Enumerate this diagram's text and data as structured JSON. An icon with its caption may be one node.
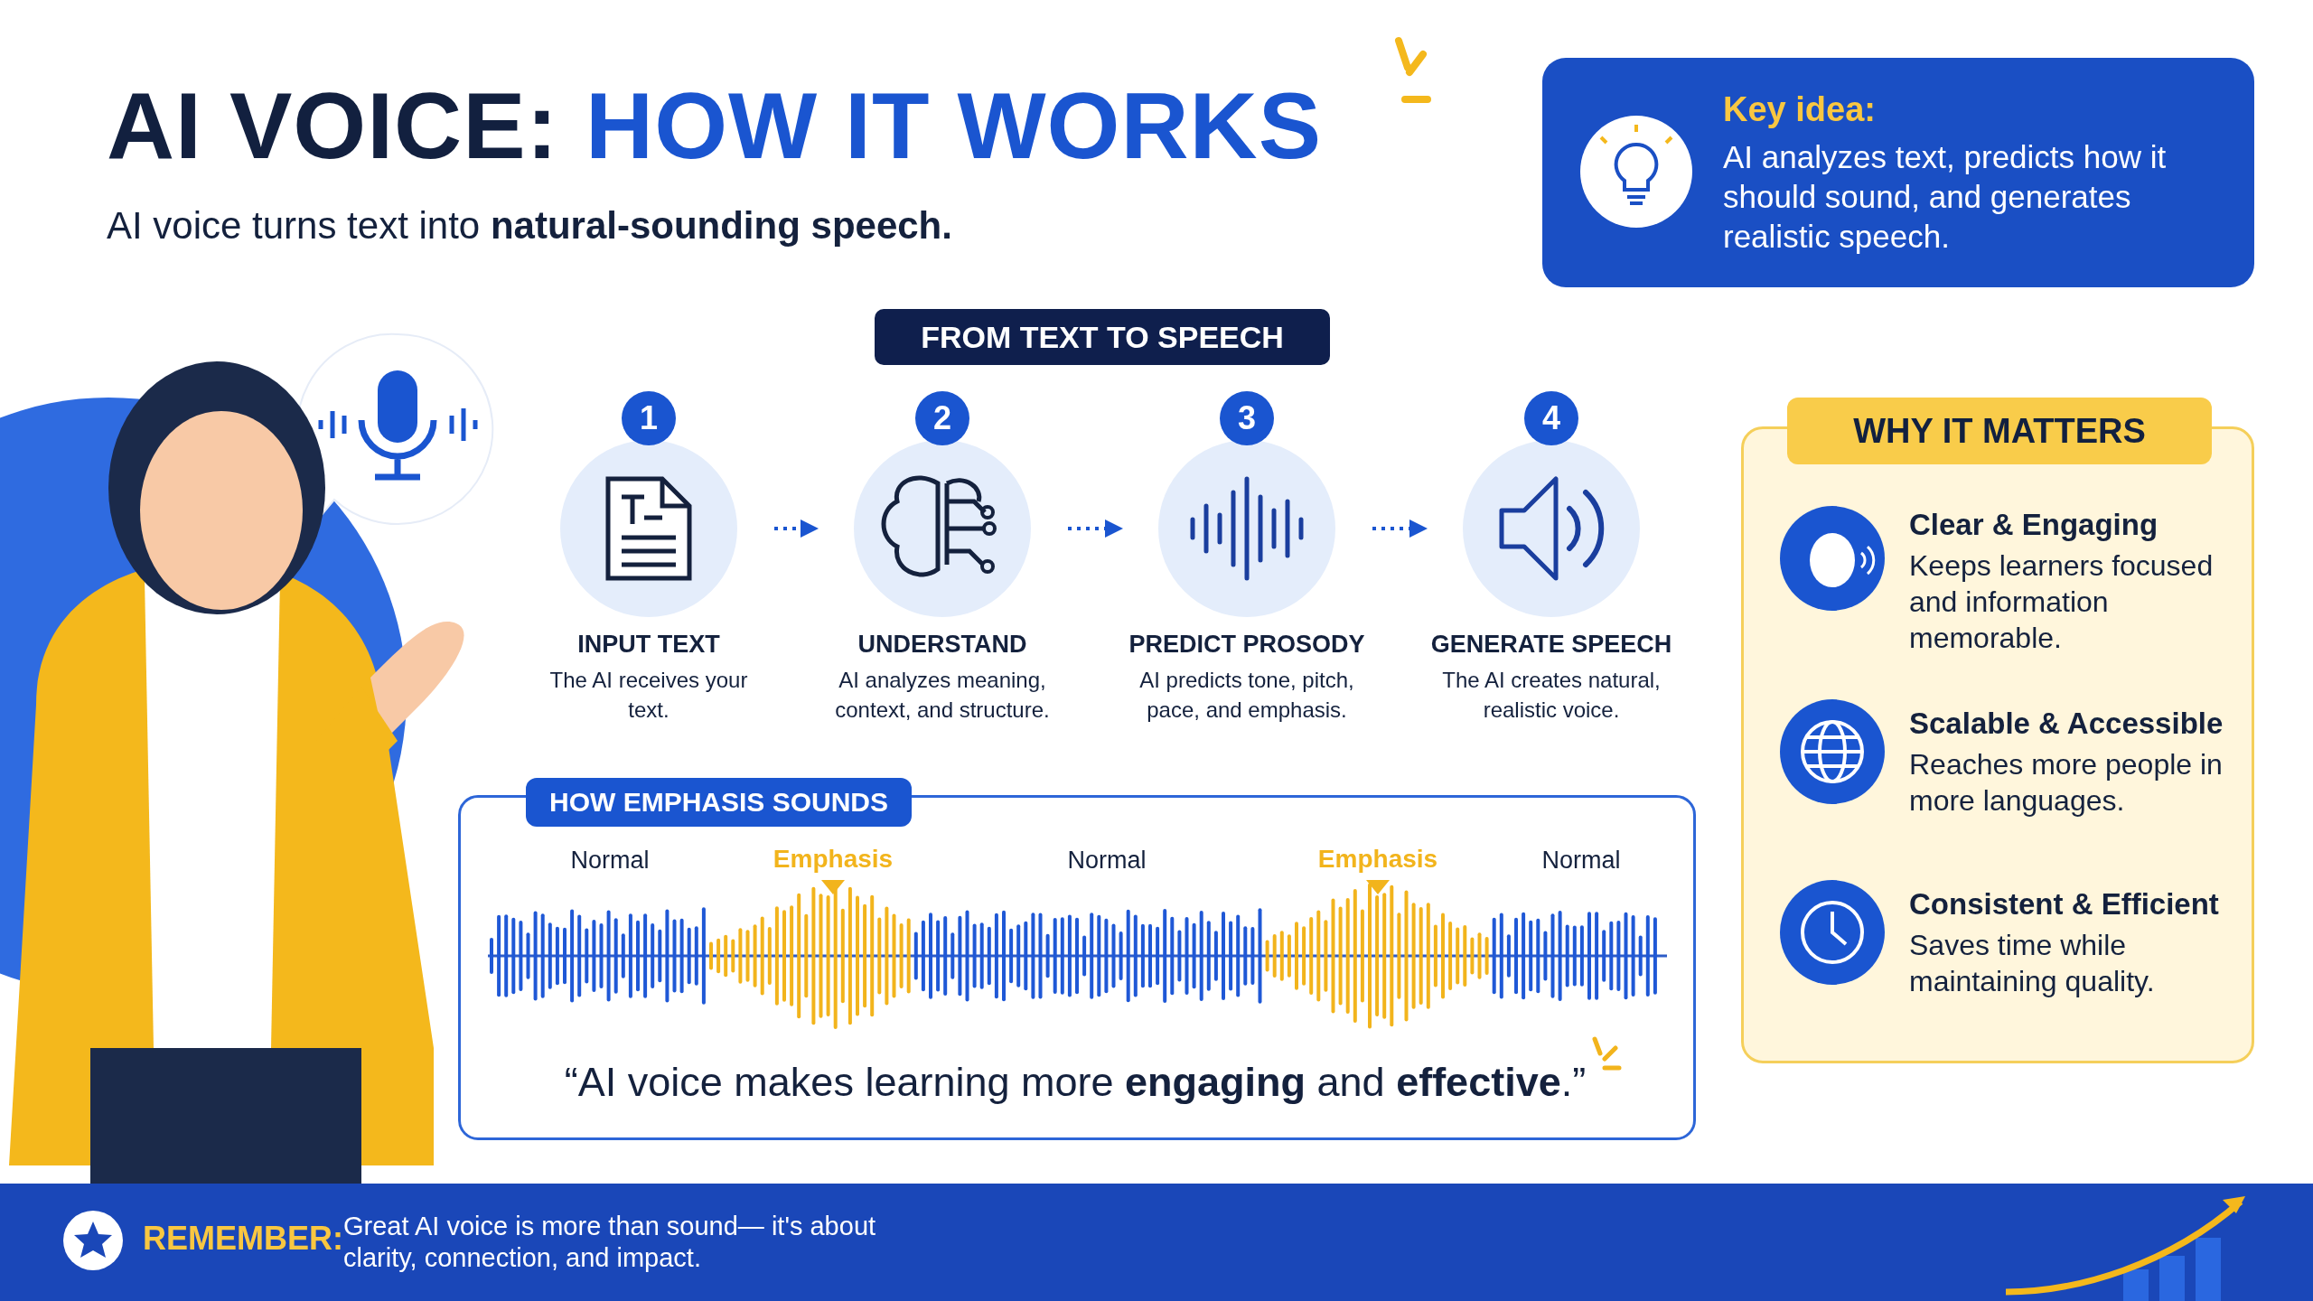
{
  "diagram": {
    "title": "AI VOICE: HOW IT WORKS",
    "nodes": [
      {
        "text": [
          "Key idea:",
          "AI analyzes text, predicts how it should sound, and generates realistic speech."
        ]
      },
      {
        "text": [
          "FROM TEXT TO SPEECH"
        ]
      },
      {
        "text": [
          "INPUT TEXT",
          "The AI receives your text."
        ],
        "beside": [
          "1"
        ]
      },
      {
        "text": [
          "UNDERSTAND",
          "AI analyzes meaning, context, and structure."
        ],
        "beside": [
          "2"
        ]
      },
      {
        "text": [
          "PREDICT PROSODY",
          "AI predicts tone, pitch, pace, and emphasis."
        ],
        "beside": [
          "3"
        ]
      },
      {
        "text": [
          "GENERATE SPEECH",
          "The AI creates natural, realistic voice."
        ],
        "beside": [
          "4"
        ]
      },
      {
        "text": [
          "WHY IT MATTERS"
        ]
      },
      {
        "text": [
          "HOW EMPHASIS SOUNDS"
        ]
      },
      {
        "text": [
          "REMEMBER:",
          "Great AI voice is more than sound— it's about clarity, connection, and impact."
        ]
      }
    ],
    "edges": [
      {
        "from": 2,
        "to": 3,
        "arrow": "to",
        "style": "dashed"
      },
      {
        "from": 3,
        "to": 4,
        "arrow": "to",
        "style": "dashed"
      },
      {
        "from": 4,
        "to": 5,
        "arrow": "to",
        "style": "dashed"
      }
    ],
    "labels": [
      "AI voice turns text into **natural-sounding speech.**",
      "Clear & Engaging",
      "Keeps learners focused and information memorable.",
      "Scalable & Accessible",
      "Reaches more people in more languages.",
      "Consistent & Efficient",
      "Saves time while maintaining quality.",
      "Normal",
      "Emphasis",
      "Normal",
      "Emphasis",
      "Normal",
      "“AI voice makes learning more **engaging** and **effective**.”"
    ]
  }
}
